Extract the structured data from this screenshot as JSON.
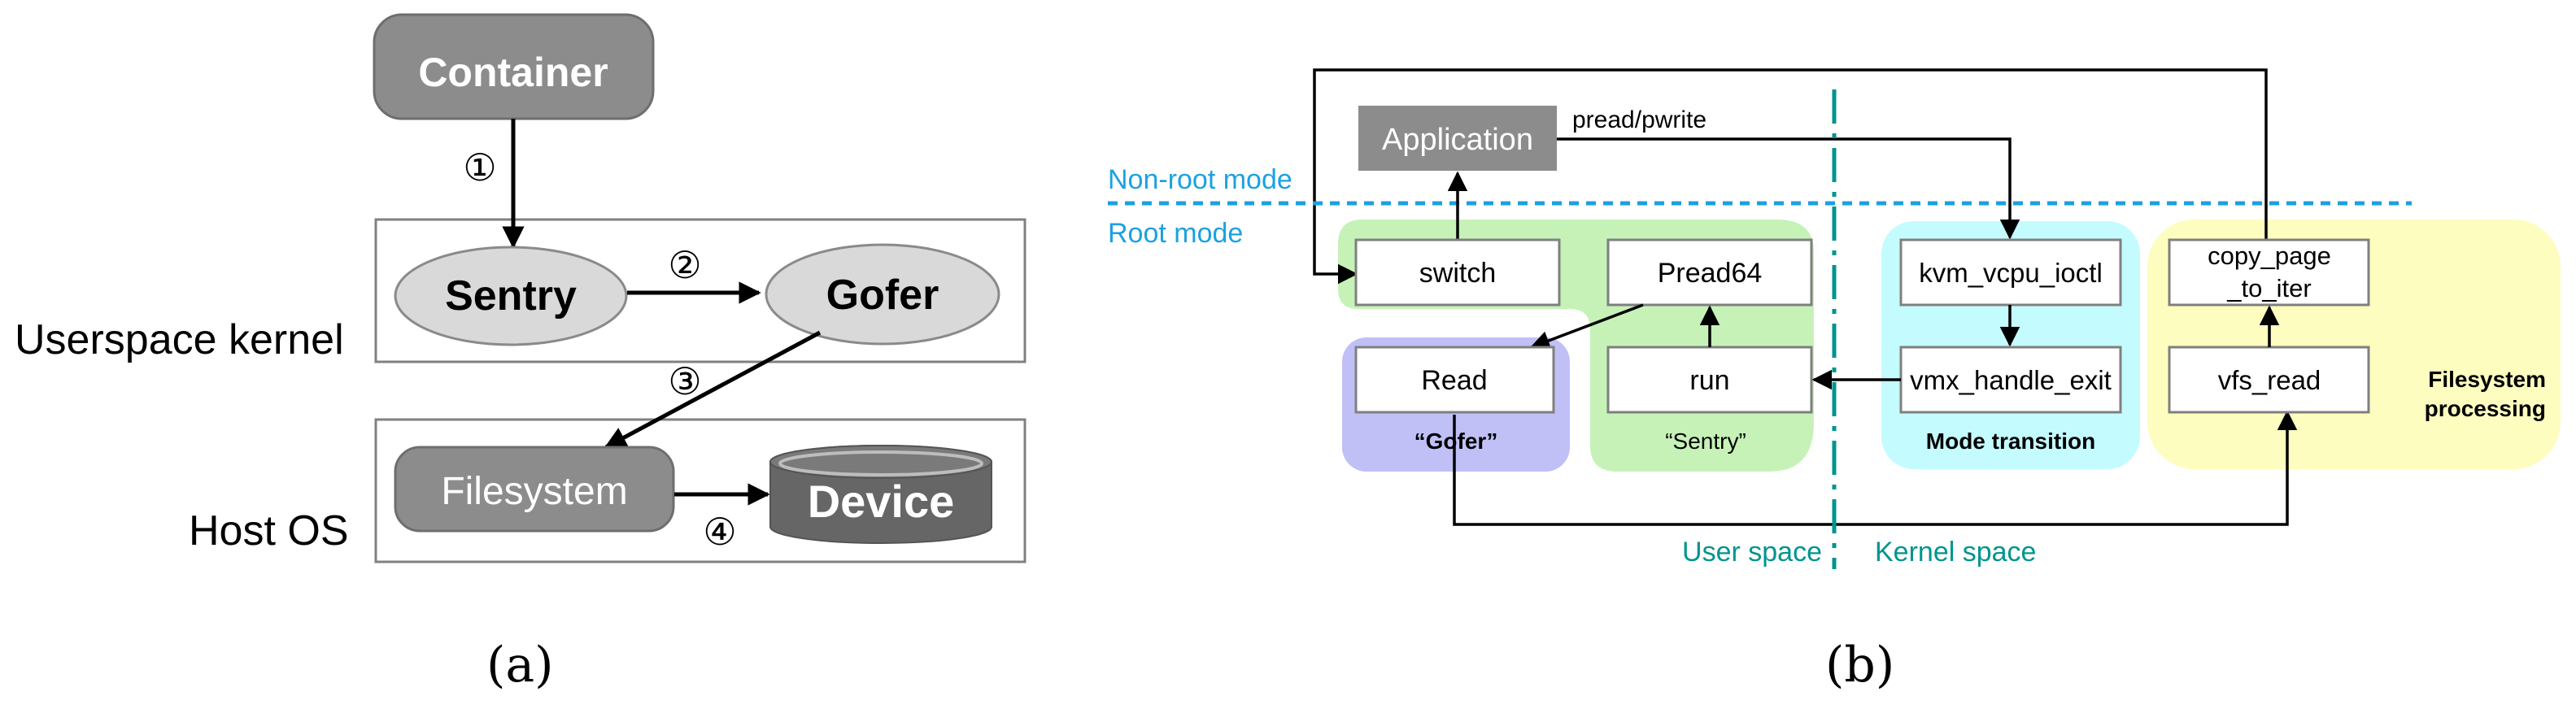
{
  "panel_a": {
    "container": "Container",
    "sentry": "Sentry",
    "gofer": "Gofer",
    "filesystem": "Filesystem",
    "device": "Device",
    "userspace_kernel": "Userspace kernel",
    "host_os": "Host OS",
    "steps": [
      "①",
      "②",
      "③",
      "④"
    ],
    "caption": "(a)"
  },
  "panel_b": {
    "application": "Application",
    "pread_pwrite": "pread/pwrite",
    "non_root_mode": "Non-root mode",
    "root_mode": "Root mode",
    "switch": "switch",
    "pread64": "Pread64",
    "read": "Read",
    "run": "run",
    "kvm_vcpu_ioctl": "kvm_vcpu_ioctl",
    "vmx_handle_exit": "vmx_handle_exit",
    "copy_page_line1": "copy_page",
    "copy_page_line2": "_to_iter",
    "vfs_read": "vfs_read",
    "gofer_label": "“Gofer”",
    "sentry_label": "“Sentry”",
    "mode_transition": "Mode transition",
    "filesystem_line1": "Filesystem",
    "filesystem_line2": "processing",
    "user_space": "User space",
    "kernel_space": "Kernel space",
    "caption": "(b)"
  },
  "colors": {
    "dark_gray": "#8c8c8c",
    "light_gray": "#d9d9d9",
    "device": "#666666",
    "green_region": "#c6f2b8",
    "purple_region": "#c0c0f7",
    "cyan_region": "#c4fbfe",
    "yellow_region": "#fdfdbf",
    "mode_blue": "#1ba1e2",
    "space_teal": "#00948e"
  }
}
